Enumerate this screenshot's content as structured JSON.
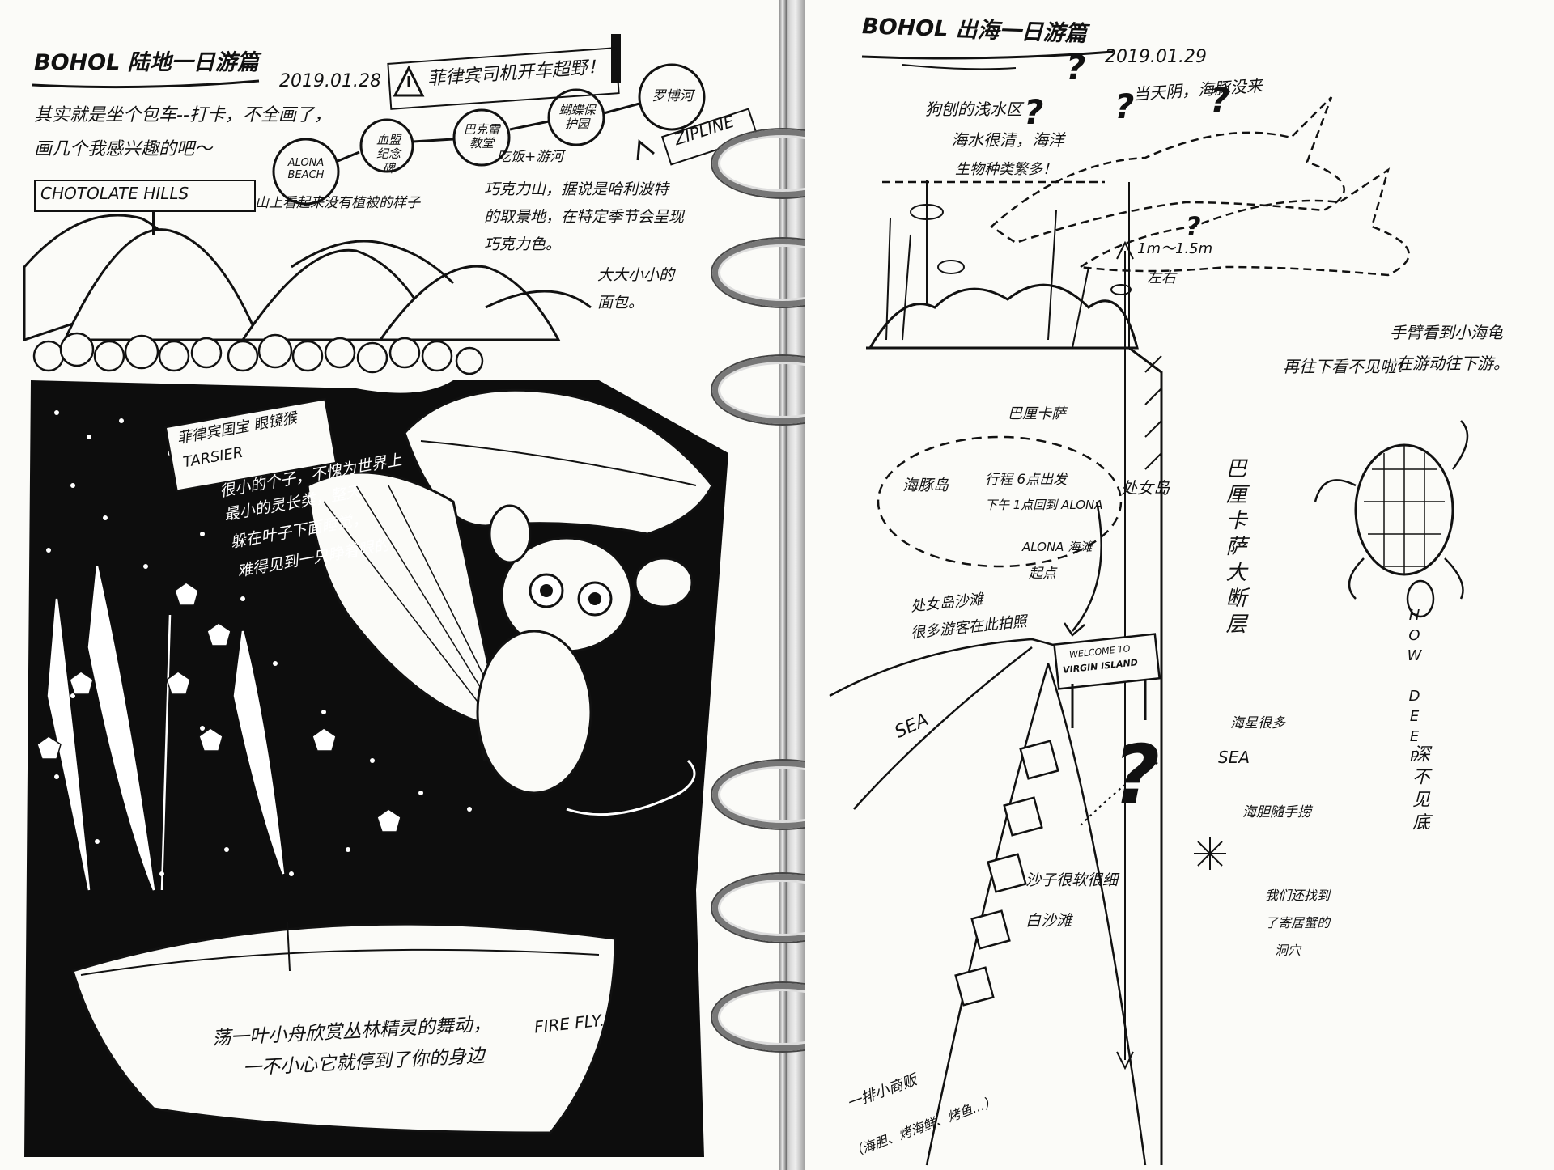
{
  "left": {
    "title": "BOHOL 陆地一日游篇",
    "date": "2019.01.28",
    "warning": "菲律宾司机开车超野！",
    "intro_line1": "其实就是坐个包车--打卡，不全画了，",
    "intro_line2": "画几个我感兴趣的吧～",
    "route": [
      "ALONA BEACH",
      "血盟纪念碑",
      "巴克雷教堂",
      "蝴蝶保护园",
      "罗博河"
    ],
    "route_note": "吃饭+游河",
    "zipline": "ZIPLINE",
    "hills_sign": "CHOTOLATE    HILLS",
    "hills_note": "山上看起来没有植被的样子",
    "hills_desc_1": "巧克力山，据说是哈利波特",
    "hills_desc_2": "的取景地，在特定季节会呈现",
    "hills_desc_3": "巧克力色。",
    "bread_note_1": "大大小小的",
    "bread_note_2": "面包。",
    "tarsier_label_1": "菲律宾国宝   眼镜猴",
    "tarsier_label_2": "TARSIER",
    "tarsier_desc_1": "很小的个子，不愧为世界上",
    "tarsier_desc_2": "最小的灵长类，整天",
    "tarsier_desc_3": "躲在叶子下面睡觉，",
    "tarsier_desc_4": "难得见到一只睁着眼的",
    "firefly_line1": "荡一叶小舟欣赏丛林精灵的舞动，",
    "firefly_line2": "一不小心它就停到了你的身边",
    "firefly_tag": "FIRE FLY."
  },
  "right": {
    "title": "BOHOL 出海一日游篇",
    "date": "2019.01.29",
    "snorkel_1": "狗刨的浅水区",
    "snorkel_2": "海水很清，海洋",
    "snorkel_3": "生物种类繁多！",
    "depth_1": "1m～1.5m",
    "depth_2": "左右",
    "dolphin_note": "当天阴，海豚没来",
    "island_balicasag": "巴厘卡萨",
    "island_haixiadao": "海豚岛",
    "trip_1": "行程 6点出发",
    "trip_2": "下午 1点回到 ALONA",
    "virgin_island": "处女岛",
    "alona_1": "ALONA 海滩",
    "alona_2": "起点",
    "virgin_note_1": "处女岛沙滩",
    "virgin_note_2": "很多游客在此拍照",
    "sign_1": "WELCOME TO",
    "sign_2": "VIRGIN ISLAND",
    "sea": "SEA",
    "sea2": "SEA",
    "starfish_note": "海星很多",
    "urchin_note": "海胆随手捞",
    "sand_1": "沙子很软很细",
    "sand_2": "白沙滩",
    "crab_1": "我们还找到",
    "crab_2": "了寄居蟹的",
    "crab_3": "洞穴",
    "stalls_1": "一排小商贩",
    "stalls_2": "（海胆、烤海鲜、烤鱼...）",
    "look_down": "再往下看不见啦！",
    "cliff": "巴厘卡萨大断层",
    "turtle_note_1": "手臂看到小海龟",
    "turtle_note_2": "在游动往下游。",
    "how_deep": "HOW DEEP",
    "how_deep_cn": "深不见底",
    "question": "?"
  }
}
